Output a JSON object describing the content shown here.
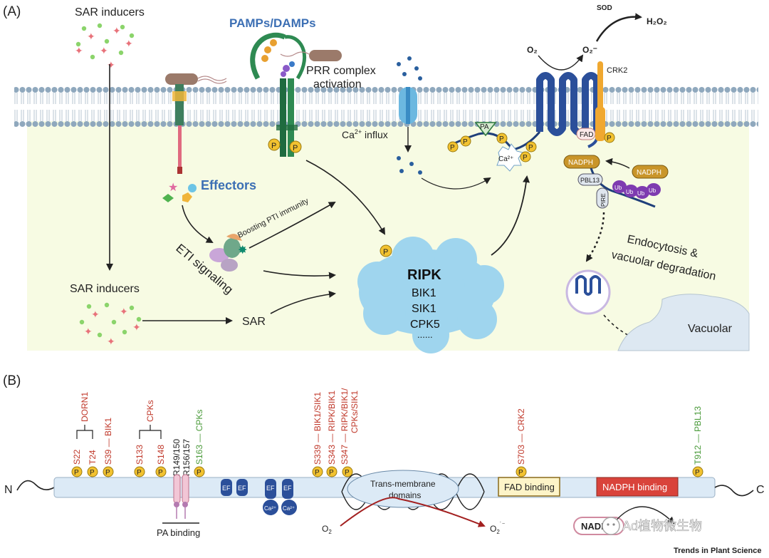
{
  "panel_a": {
    "label": "(A)",
    "sar_inducers_top": "SAR inducers",
    "sar_inducers_bottom": "SAR inducers",
    "pamps_damps": "PAMPs/DAMPs",
    "prr_line1": "PRR complex",
    "prr_line2": "activation",
    "ca_influx": "Ca",
    "ca_sup": "2+",
    "ca_influx_suffix": " influx",
    "effectors": "Effectors",
    "boosting": "Boosting PTI immunity",
    "eti": "ETI signaling",
    "sar": "SAR",
    "ripk": {
      "title": "RIPK",
      "items": [
        "BIK1",
        "SIK1",
        "CPK5",
        "......"
      ]
    },
    "o2": "O₂",
    "o2_radical": "O₂⁻",
    "sod": "SOD",
    "h2o2": "H₂O₂",
    "crk2": "CRK2",
    "fad": "FAD",
    "nadph_left": "NADPH",
    "nadph_right": "NADPH",
    "pbl13": "PBL13",
    "pire": "PIRE",
    "ub": "Ub",
    "pa": "PA",
    "ca_bubble": "Ca²⁺",
    "endocytosis_line1": "Endocytosis &",
    "endocytosis_line2": "vacuolar degradation",
    "vacuolar": "Vacuolar",
    "p": "P"
  },
  "panel_b": {
    "label": "(B)",
    "n_term": "N",
    "c_term": "C",
    "sites": {
      "s22": "S22",
      "t24": "T24",
      "s39": "S39",
      "s133": "S133",
      "s148": "S148",
      "r149": "R149/150",
      "r156": "R156/157",
      "s163": "S163",
      "s339": "S339",
      "s343": "S343",
      "s347": "S347",
      "s703": "S703",
      "t912": "T912"
    },
    "kinases": {
      "dorn1": "DORN1",
      "bik1": "BIK1",
      "cpks": "CPKs",
      "cpks_green": "CPKs",
      "bik1_sik1": "BIK1/SIK1",
      "ripk_bik1": "RIPK/BIK1",
      "ripk_bik1_cpks_1": "RIPK/BIK1/",
      "ripk_bik1_cpks_2": "CPKs/SIK1",
      "crk2": "CRK2",
      "pbl13": "PBL13"
    },
    "ef": "EF",
    "ca2": "Ca²⁺",
    "tm_line1": "Trans-membrane",
    "tm_line2": "domains",
    "fad_binding": "FAD binding",
    "nadph_binding": "NADPH binding",
    "pa_binding": "PA binding",
    "o2": "O",
    "o2_sub": "2",
    "o2r": "O",
    "o2r_sub": "2",
    "o2r_sup": "˙⁻",
    "nadph_pill": "NADPH",
    "watermark": "Ad植物微生物",
    "journal": "Trends in Plant Science"
  },
  "colors": {
    "red_label": "#c0392b",
    "green_label": "#4a9a3a",
    "phospho": "#f2c230",
    "ripk_cloud": "#9fd5ee",
    "membrane": "#9fb7c9",
    "cytoplasm": "#f7fbe3",
    "rboh": "#2b4f9a",
    "crk2": "#f0a830",
    "ub": "#7e3bb0",
    "title_blue": "#3c6fb4"
  }
}
